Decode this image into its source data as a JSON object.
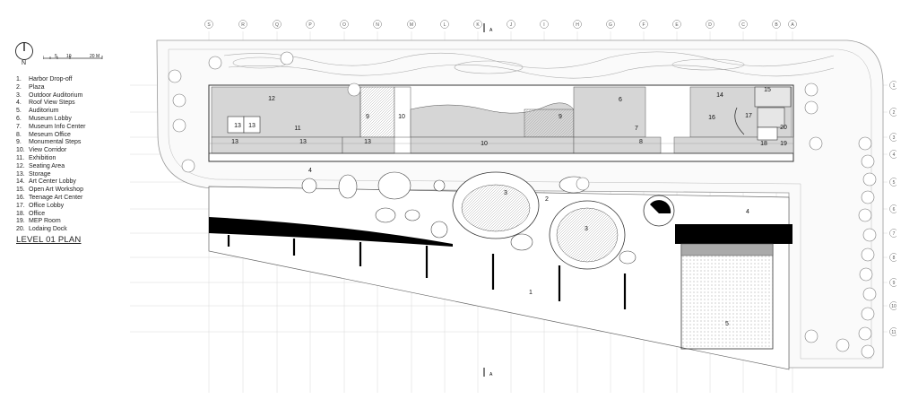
{
  "legend": [
    {
      "n": "1.",
      "t": "Harbor Drop-off"
    },
    {
      "n": "2.",
      "t": "Plaza"
    },
    {
      "n": "3.",
      "t": "Outdoor Auditorium"
    },
    {
      "n": "4.",
      "t": "Roof View Steps"
    },
    {
      "n": "5.",
      "t": "Auditorium"
    },
    {
      "n": "6.",
      "t": "Museum Lobby"
    },
    {
      "n": "7.",
      "t": "Museum Info Center"
    },
    {
      "n": "8.",
      "t": "Meseum Office"
    },
    {
      "n": "9.",
      "t": "Monumental Steps"
    },
    {
      "n": "10.",
      "t": "View Corridor"
    },
    {
      "n": "11.",
      "t": "Exhibition"
    },
    {
      "n": "12.",
      "t": "Seating Area"
    },
    {
      "n": "13.",
      "t": "Storage"
    },
    {
      "n": "14.",
      "t": "Art Center Lobby"
    },
    {
      "n": "15.",
      "t": "Open Art Workshop"
    },
    {
      "n": "16.",
      "t": "Teenage Art Center"
    },
    {
      "n": "17.",
      "t": "Office Lobby"
    },
    {
      "n": "18.",
      "t": "Office"
    },
    {
      "n": "19.",
      "t": "MEP Room"
    },
    {
      "n": "20.",
      "t": "Lodaing Dock"
    }
  ],
  "plan_title": "LEVEL 01 PLAN",
  "north_label": "N",
  "scale": {
    "ticks": [
      "5",
      "10",
      "20 M"
    ]
  },
  "section_marker": "A",
  "grid": {
    "columns": [
      "S",
      "R",
      "Q",
      "P",
      "O",
      "N",
      "M",
      "L",
      "K",
      "J",
      "I",
      "H",
      "G",
      "F",
      "E",
      "D",
      "C",
      "B",
      "A"
    ],
    "rows": [
      "1",
      "2",
      "3",
      "4",
      "5",
      "6",
      "7",
      "8",
      "9",
      "10",
      "11"
    ]
  },
  "room_labels": [
    "12",
    "13",
    "13",
    "13",
    "11",
    "13",
    "13",
    "9",
    "10",
    "9",
    "10",
    "6",
    "7",
    "8",
    "14",
    "15",
    "16",
    "17",
    "20",
    "18",
    "19",
    "4",
    "3",
    "2",
    "3",
    "4",
    "1",
    "5"
  ]
}
